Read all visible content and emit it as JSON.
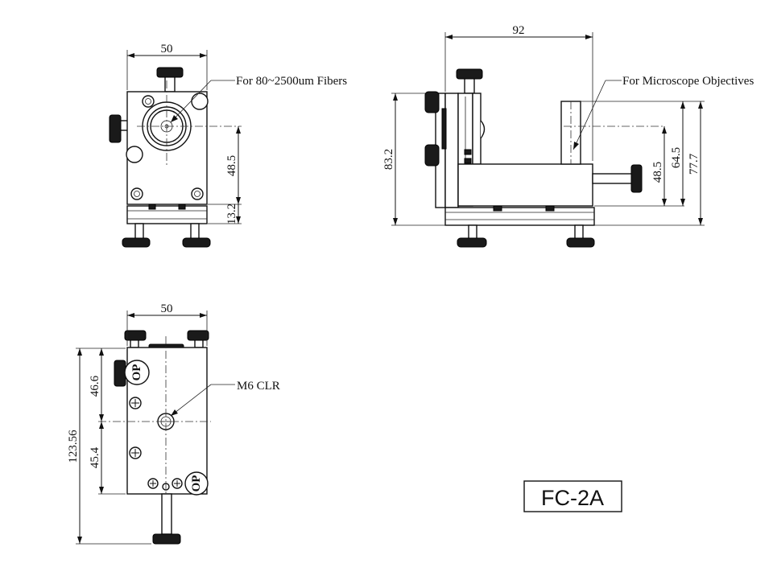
{
  "drawing": {
    "model": "FC-2A",
    "front_view": {
      "width_dim": "50",
      "center_height_dim": "48.5",
      "base_height_dim": "13.2",
      "note": "For 80~2500um Fibers"
    },
    "side_view": {
      "length_dim": "92",
      "overall_height_dim": "83.2",
      "objective_center_dim": "48.5",
      "objective_mid_dim": "64.5",
      "objective_top_dim": "77.7",
      "note": "For Microscope Objectives"
    },
    "top_view": {
      "width_dim": "50",
      "upper_dim": "46.6",
      "lower_dim": "45.4",
      "overall_dim": "123.56",
      "hole_note": "M6 CLR",
      "knob_label": "OP"
    }
  }
}
